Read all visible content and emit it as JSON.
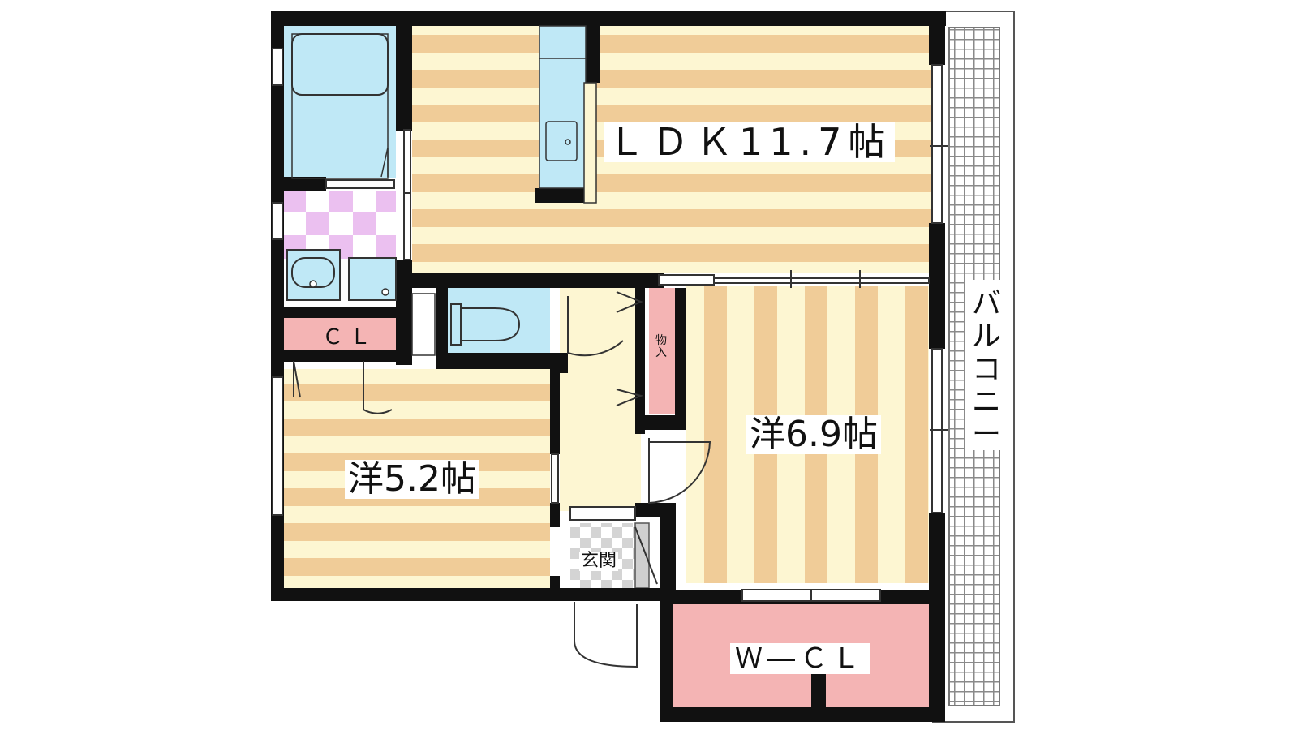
{
  "floor_plan": {
    "rooms": {
      "ldk": "ＬＤＫ11.7帖",
      "western_1": "洋5.2帖",
      "western_2": "洋6.9帖",
      "closet": "ＣＬ",
      "walk_in_closet": "Ｗ―ＣＬ",
      "entrance": "玄関",
      "storage": "物入",
      "balcony": "バルコニー"
    },
    "colors": {
      "wall": "#111111",
      "stripe_light": "#fdf6d2",
      "stripe_dark": "#f0cc98",
      "wet_area": "#bfe8f6",
      "closet": "#f4b4b4",
      "vanity_checker": "#ebc0f0",
      "balcony_grid": "#999999",
      "hall_floor": "#fdf6d2"
    },
    "icons": [
      "bathtub-icon",
      "toilet-icon",
      "washbasin-icon",
      "kitchen-sink-icon",
      "washing-machine-icon"
    ]
  }
}
